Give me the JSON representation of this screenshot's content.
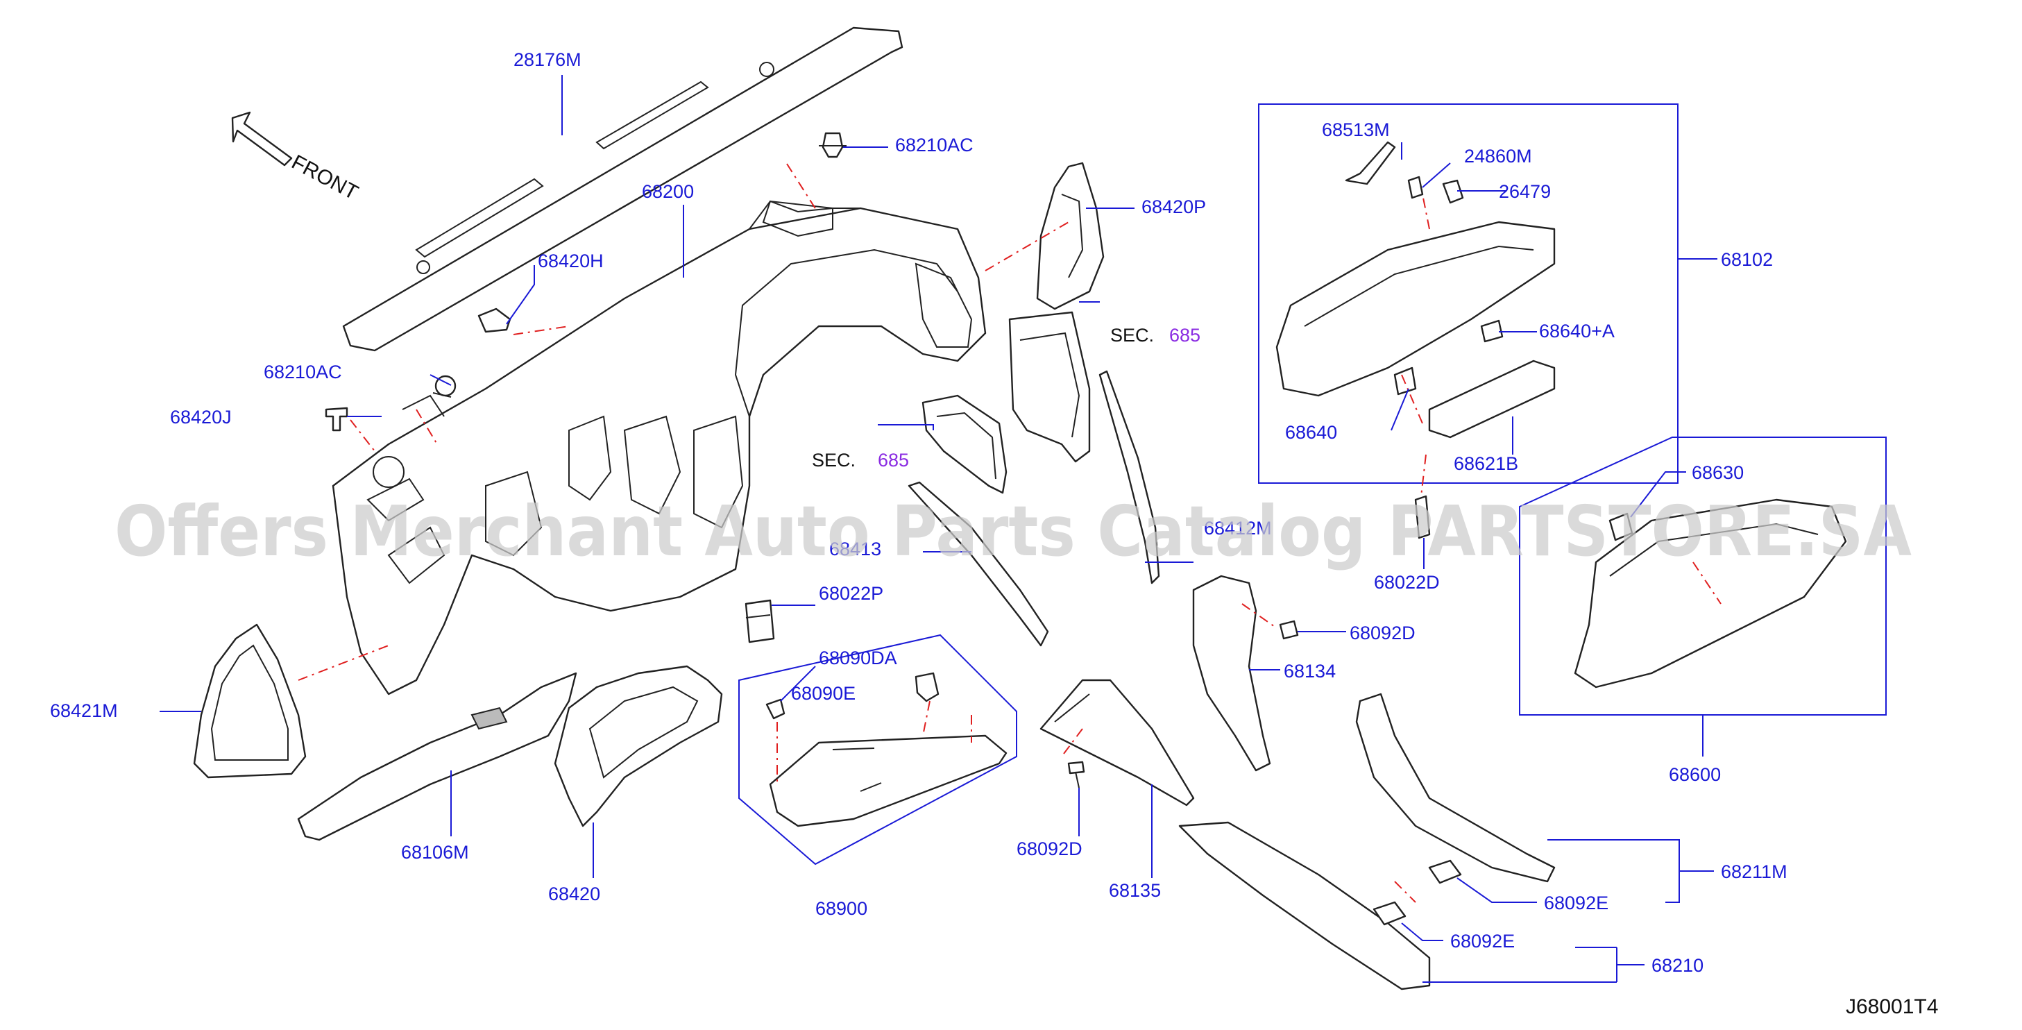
{
  "watermark": "Offers Merchant Auto Parts Catalog PARTSTORE.SA",
  "front_label": "FRONT",
  "reference_code": "J68001T4",
  "sections": [
    {
      "prefix": "SEC.",
      "number": "685"
    },
    {
      "prefix": "SEC.",
      "number": "685"
    }
  ],
  "parts": {
    "p28176M": "28176M",
    "p68210AC_a": "68210AC",
    "p68200": "68200",
    "p68420P": "68420P",
    "p68420H": "68420H",
    "p68210AC_b": "68210AC",
    "p68420J": "68420J",
    "p68413": "68413",
    "p68412M": "68412M",
    "p68022P": "68022P",
    "p68421M": "68421M",
    "p68106M": "68106M",
    "p68420": "68420",
    "p68090DA": "68090DA",
    "p68090E": "68090E",
    "p68900": "68900",
    "p68092D_a": "68092D",
    "p68135": "68135",
    "p68092D_b": "68092D",
    "p68134": "68134",
    "p68513M": "68513M",
    "p24860M": "24860M",
    "p26479": "26479",
    "p68102": "68102",
    "p68640A": "68640+A",
    "p68640": "68640",
    "p68621B": "68621B",
    "p68022D": "68022D",
    "p68630": "68630",
    "p68600": "68600",
    "p68211M": "68211M",
    "p68092E_a": "68092E",
    "p68092E_b": "68092E",
    "p68210": "68210"
  }
}
